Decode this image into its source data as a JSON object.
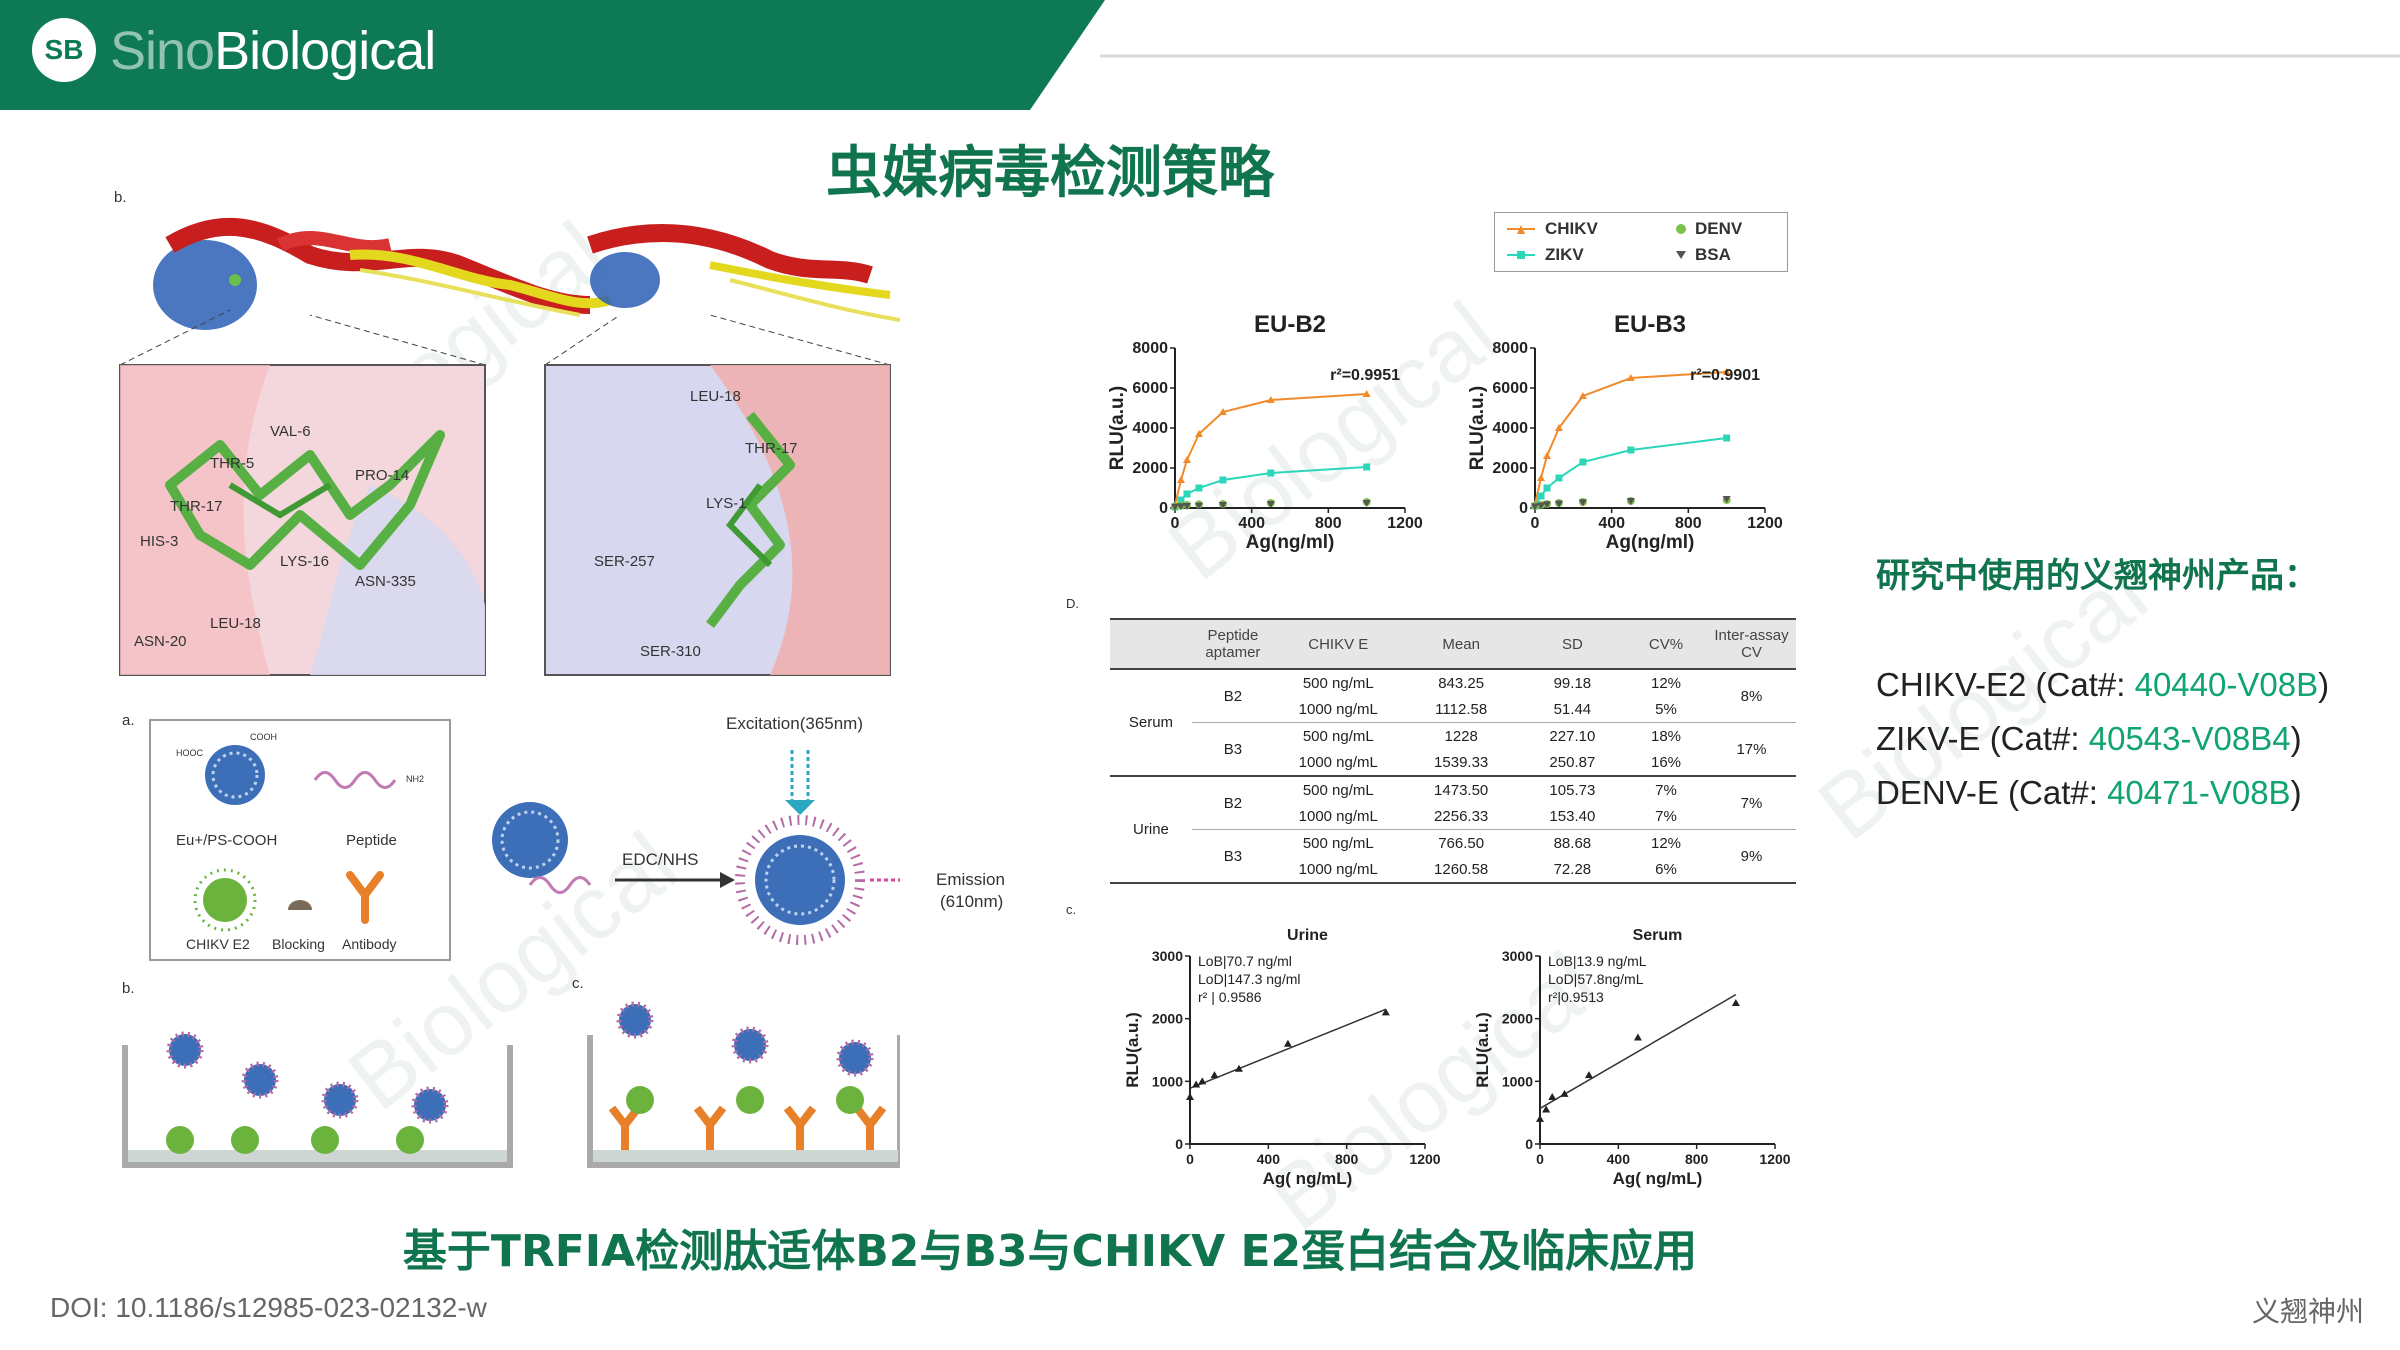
{
  "header": {
    "badge": "SB",
    "brand_part1": "Sino",
    "brand_part2": "Biological"
  },
  "slide_title": "虫媒病毒检测策略",
  "bottom_title": "基于TRFIA检测肽适体B2与B3与CHIKV E2蛋白结合及临床应用",
  "doi": "DOI: 10.1186/s12985-023-02132-w",
  "corner_label": "义翘神州",
  "products": {
    "title": "研究中使用的义翘神州产品：",
    "items": [
      {
        "name": "CHIKV-E2 (Cat#: ",
        "cat": "40440-V08B",
        "end": ")"
      },
      {
        "name": "ZIKV-E (Cat#: ",
        "cat": "40543-V08B4",
        "end": ")"
      },
      {
        "name": "DENV-E (Cat#: ",
        "cat": "40471-V08B",
        "end": ")"
      }
    ]
  },
  "structure_panel": {
    "label": "b.",
    "left_residues": [
      "VAL-6",
      "THR-5",
      "PRO-14",
      "THR-17",
      "HIS-3",
      "LYS-16",
      "ASN-335",
      "LEU-18",
      "ASN-20"
    ],
    "right_residues": [
      "LEU-18",
      "THR-17",
      "LYS-1",
      "SER-257",
      "SER-310"
    ]
  },
  "scheme_panel": {
    "label_a": "a.",
    "label_b": "b.",
    "label_c": "c.",
    "excitation": "Excitation(365nm)",
    "cooh": "COOH",
    "hooc": "HOOC",
    "nh2": "NH2",
    "eu_label": "Eu+/PS-COOH",
    "peptide_label": "Peptide",
    "chikv_label": "CHIKV E2",
    "blocking_label": "Blocking",
    "antibody_label": "Antibody",
    "edc_label": "EDC/NHS",
    "emission_label": "Emission",
    "emission_nm": "(610nm)"
  },
  "legend": {
    "items": [
      "CHIKV",
      "DENV",
      "ZIKV",
      "BSA"
    ]
  },
  "colors": {
    "green_header": "#0e7a55",
    "title_green": "#10744e",
    "chikv": "#f08a2a",
    "zikv": "#2bd6b9",
    "denv": "#7cc24a",
    "bsa": "#555555"
  },
  "chart_data": [
    {
      "type": "line",
      "title": "EU-B2",
      "xlabel": "Ag(ng/ml)",
      "ylabel": "RLU(a.u.)",
      "xlim": [
        0,
        1200
      ],
      "ylim": [
        0,
        8000
      ],
      "xticks": [
        "0",
        "400",
        "800",
        "1200"
      ],
      "yticks": [
        "0",
        "2000",
        "4000",
        "6000",
        "8000"
      ],
      "annotation": "r²=0.9951",
      "series": [
        {
          "name": "CHIKV",
          "x": [
            0,
            31.25,
            62.5,
            125,
            250,
            500,
            1000
          ],
          "y": [
            150,
            1400,
            2400,
            3700,
            4800,
            5400,
            5700
          ]
        },
        {
          "name": "ZIKV",
          "x": [
            0,
            31.25,
            62.5,
            125,
            250,
            500,
            1000
          ],
          "y": [
            50,
            400,
            700,
            1000,
            1400,
            1750,
            2050
          ]
        },
        {
          "name": "DENV",
          "x": [
            0,
            31.25,
            62.5,
            125,
            250,
            500,
            1000
          ],
          "y": [
            80,
            120,
            150,
            180,
            200,
            250,
            300
          ]
        },
        {
          "name": "BSA",
          "x": [
            0,
            31.25,
            62.5,
            125,
            250,
            500,
            1000
          ],
          "y": [
            60,
            90,
            100,
            120,
            150,
            200,
            250
          ]
        }
      ]
    },
    {
      "type": "line",
      "title": "EU-B3",
      "xlabel": "Ag(ng/ml)",
      "ylabel": "RLU(a.u.)",
      "xlim": [
        0,
        1200
      ],
      "ylim": [
        0,
        8000
      ],
      "xticks": [
        "0",
        "400",
        "800",
        "1200"
      ],
      "yticks": [
        "0",
        "2000",
        "4000",
        "6000",
        "8000"
      ],
      "annotation": "r²=0.9901",
      "series": [
        {
          "name": "CHIKV",
          "x": [
            0,
            31.25,
            62.5,
            125,
            250,
            500,
            1000
          ],
          "y": [
            200,
            1500,
            2600,
            4000,
            5600,
            6500,
            6800
          ]
        },
        {
          "name": "ZIKV",
          "x": [
            0,
            31.25,
            62.5,
            125,
            250,
            500,
            1000
          ],
          "y": [
            100,
            600,
            1000,
            1500,
            2300,
            2900,
            3500
          ]
        },
        {
          "name": "DENV",
          "x": [
            0,
            31.25,
            62.5,
            125,
            250,
            500,
            1000
          ],
          "y": [
            100,
            150,
            200,
            250,
            300,
            350,
            400
          ]
        },
        {
          "name": "BSA",
          "x": [
            0,
            31.25,
            62.5,
            125,
            250,
            500,
            1000
          ],
          "y": [
            80,
            120,
            180,
            220,
            280,
            350,
            450
          ]
        }
      ]
    },
    {
      "type": "scatter",
      "title": "Urine",
      "xlabel": "Ag( ng/mL)",
      "ylabel": "RLU(a.u.)",
      "xlim": [
        0,
        1200
      ],
      "ylim": [
        0,
        3000
      ],
      "xticks": [
        "0",
        "400",
        "800",
        "1200"
      ],
      "yticks": [
        "0",
        "1000",
        "2000",
        "3000"
      ],
      "annotation": [
        "LoB|70.7 ng/ml",
        "LoD|147.3 ng/ml",
        "r² | 0.9586"
      ],
      "x": [
        0,
        31.25,
        62.5,
        125,
        250,
        500,
        1000
      ],
      "y": [
        750,
        950,
        1000,
        1100,
        1200,
        1600,
        2100
      ]
    },
    {
      "type": "scatter",
      "title": "Serum",
      "xlabel": "Ag( ng/mL)",
      "ylabel": "RLU(a.u.)",
      "xlim": [
        0,
        1200
      ],
      "ylim": [
        0,
        3000
      ],
      "xticks": [
        "0",
        "400",
        "800",
        "1200"
      ],
      "yticks": [
        "0",
        "1000",
        "2000",
        "3000"
      ],
      "annotation": [
        "LoB|13.9 ng/mL",
        "LoD|57.8ng/mL",
        "r²|0.9513"
      ],
      "x": [
        0,
        31.25,
        62.5,
        125,
        250,
        500,
        1000
      ],
      "y": [
        400,
        550,
        750,
        800,
        1100,
        1700,
        2250
      ]
    }
  ],
  "table": {
    "label": "D.",
    "headers": [
      "Peptide aptamer",
      "CHIKV  E",
      "Mean",
      "SD",
      "CV%",
      "Inter-assay CV"
    ],
    "groups": [
      {
        "sample": "Serum",
        "rows": [
          {
            "apt": "B2",
            "inter": "8%",
            "sub": [
              [
                "500 ng/mL",
                "843.25",
                "99.18",
                "12%"
              ],
              [
                "1000 ng/mL",
                "1112.58",
                "51.44",
                "5%"
              ]
            ]
          },
          {
            "apt": "B3",
            "inter": "17%",
            "sub": [
              [
                "500 ng/mL",
                "1228",
                "227.10",
                "18%"
              ],
              [
                "1000 ng/mL",
                "1539.33",
                "250.87",
                "16%"
              ]
            ]
          }
        ]
      },
      {
        "sample": "Urine",
        "rows": [
          {
            "apt": "B2",
            "inter": "7%",
            "sub": [
              [
                "500 ng/mL",
                "1473.50",
                "105.73",
                "7%"
              ],
              [
                "1000 ng/mL",
                "2256.33",
                "153.40",
                "7%"
              ]
            ]
          },
          {
            "apt": "B3",
            "inter": "9%",
            "sub": [
              [
                "500 ng/mL",
                "766.50",
                "88.68",
                "12%"
              ],
              [
                "1000 ng/mL",
                "1260.58",
                "72.28",
                "6%"
              ]
            ]
          }
        ]
      }
    ]
  },
  "lod_label": "c."
}
